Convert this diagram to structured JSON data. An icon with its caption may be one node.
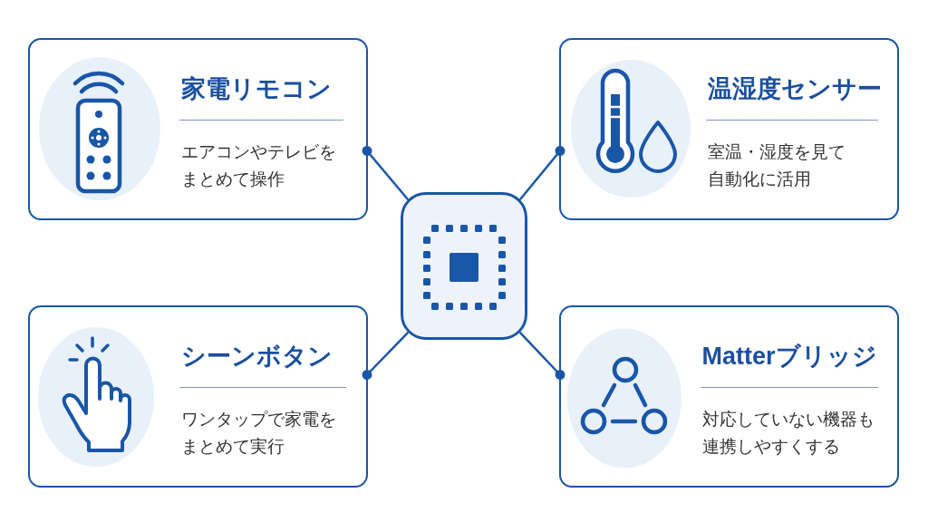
{
  "diagram": {
    "nodes": [
      {
        "text": [
          "家電リモコン",
          "エアコンやテレビをまとめて操作"
        ]
      },
      {
        "text": [
          "温湿度センサー",
          "室温・湿度を見て自動化に活用"
        ]
      },
      {
        "text": [],
        "shape": "box"
      },
      {
        "text": [
          "シーンボタン",
          "ワンタップで家電をまとめて実行"
        ]
      },
      {
        "text": [
          "Matterブリッジ",
          "対応していない機器も連携しやすくする"
        ]
      }
    ],
    "edges": [
      {
        "from": 2,
        "to": 0,
        "arrow": "other"
      },
      {
        "from": 2,
        "to": 1,
        "arrow": "other"
      },
      {
        "from": 2,
        "to": 3,
        "arrow": "other"
      },
      {
        "from": 2,
        "to": 4,
        "arrow": "other"
      }
    ]
  }
}
